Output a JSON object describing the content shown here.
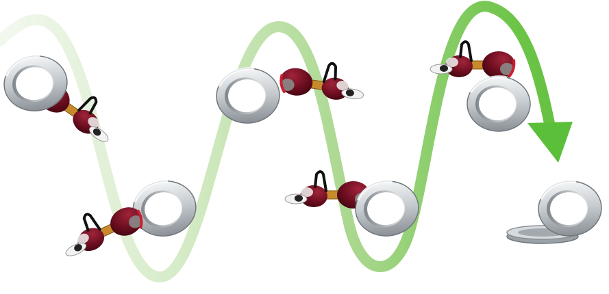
{
  "figure": {
    "kind": "illustration",
    "elements": [
      "sine-wave-arrow",
      "ring",
      "molecular-machine"
    ],
    "colors": {
      "wave_faint": "#eef5e8",
      "wave_light": "#b9dca4",
      "wave_mid": "#86c866",
      "wave_strong": "#5bbf3a",
      "ring_outer": "#8e959b",
      "ring_inner": "#dfe3e6",
      "ring_highlight": "#ffffff",
      "machine_body": "#6b0d1f",
      "machine_body_dark": "#3e0610",
      "machine_accent": "#c91f2f",
      "machine_grey": "#8a8a8a",
      "linker_orange": "#c98a2c",
      "handle_black": "#111111",
      "tip_white": "#f2f2f2"
    }
  }
}
